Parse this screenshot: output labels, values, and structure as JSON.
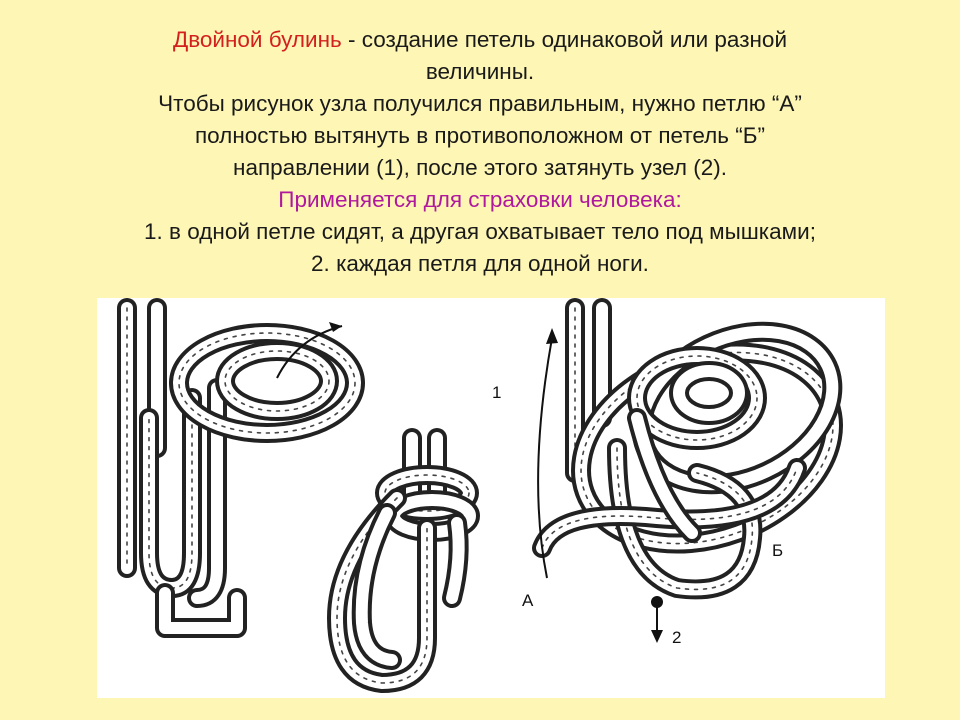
{
  "text": {
    "title_highlight": "Двойной булинь",
    "title_rest": " - создание петель одинаковой или разной",
    "title_cont": "величины.",
    "desc_line1": "Чтобы рисунок узла получился правильным, нужно петлю “А”",
    "desc_line2": "полностью вытянуть в противоположном от петель “Б”",
    "desc_line3": "направлении (1), после этого затянуть узел (2).",
    "usage_heading": "Применяется для страховки человека:",
    "usage_items": [
      "1.  в одной петле сидят, а другая охватывает тело под мышками;",
      "2.  каждая петля для одной ноги."
    ]
  },
  "colors": {
    "background": "#fdf6b4",
    "highlight_red": "#d3201f",
    "heading_magenta": "#b0189e",
    "text": "#1a1a1a"
  },
  "illustration": {
    "label_1": "1",
    "label_2": "2",
    "label_a": "А",
    "label_b": "Б"
  }
}
